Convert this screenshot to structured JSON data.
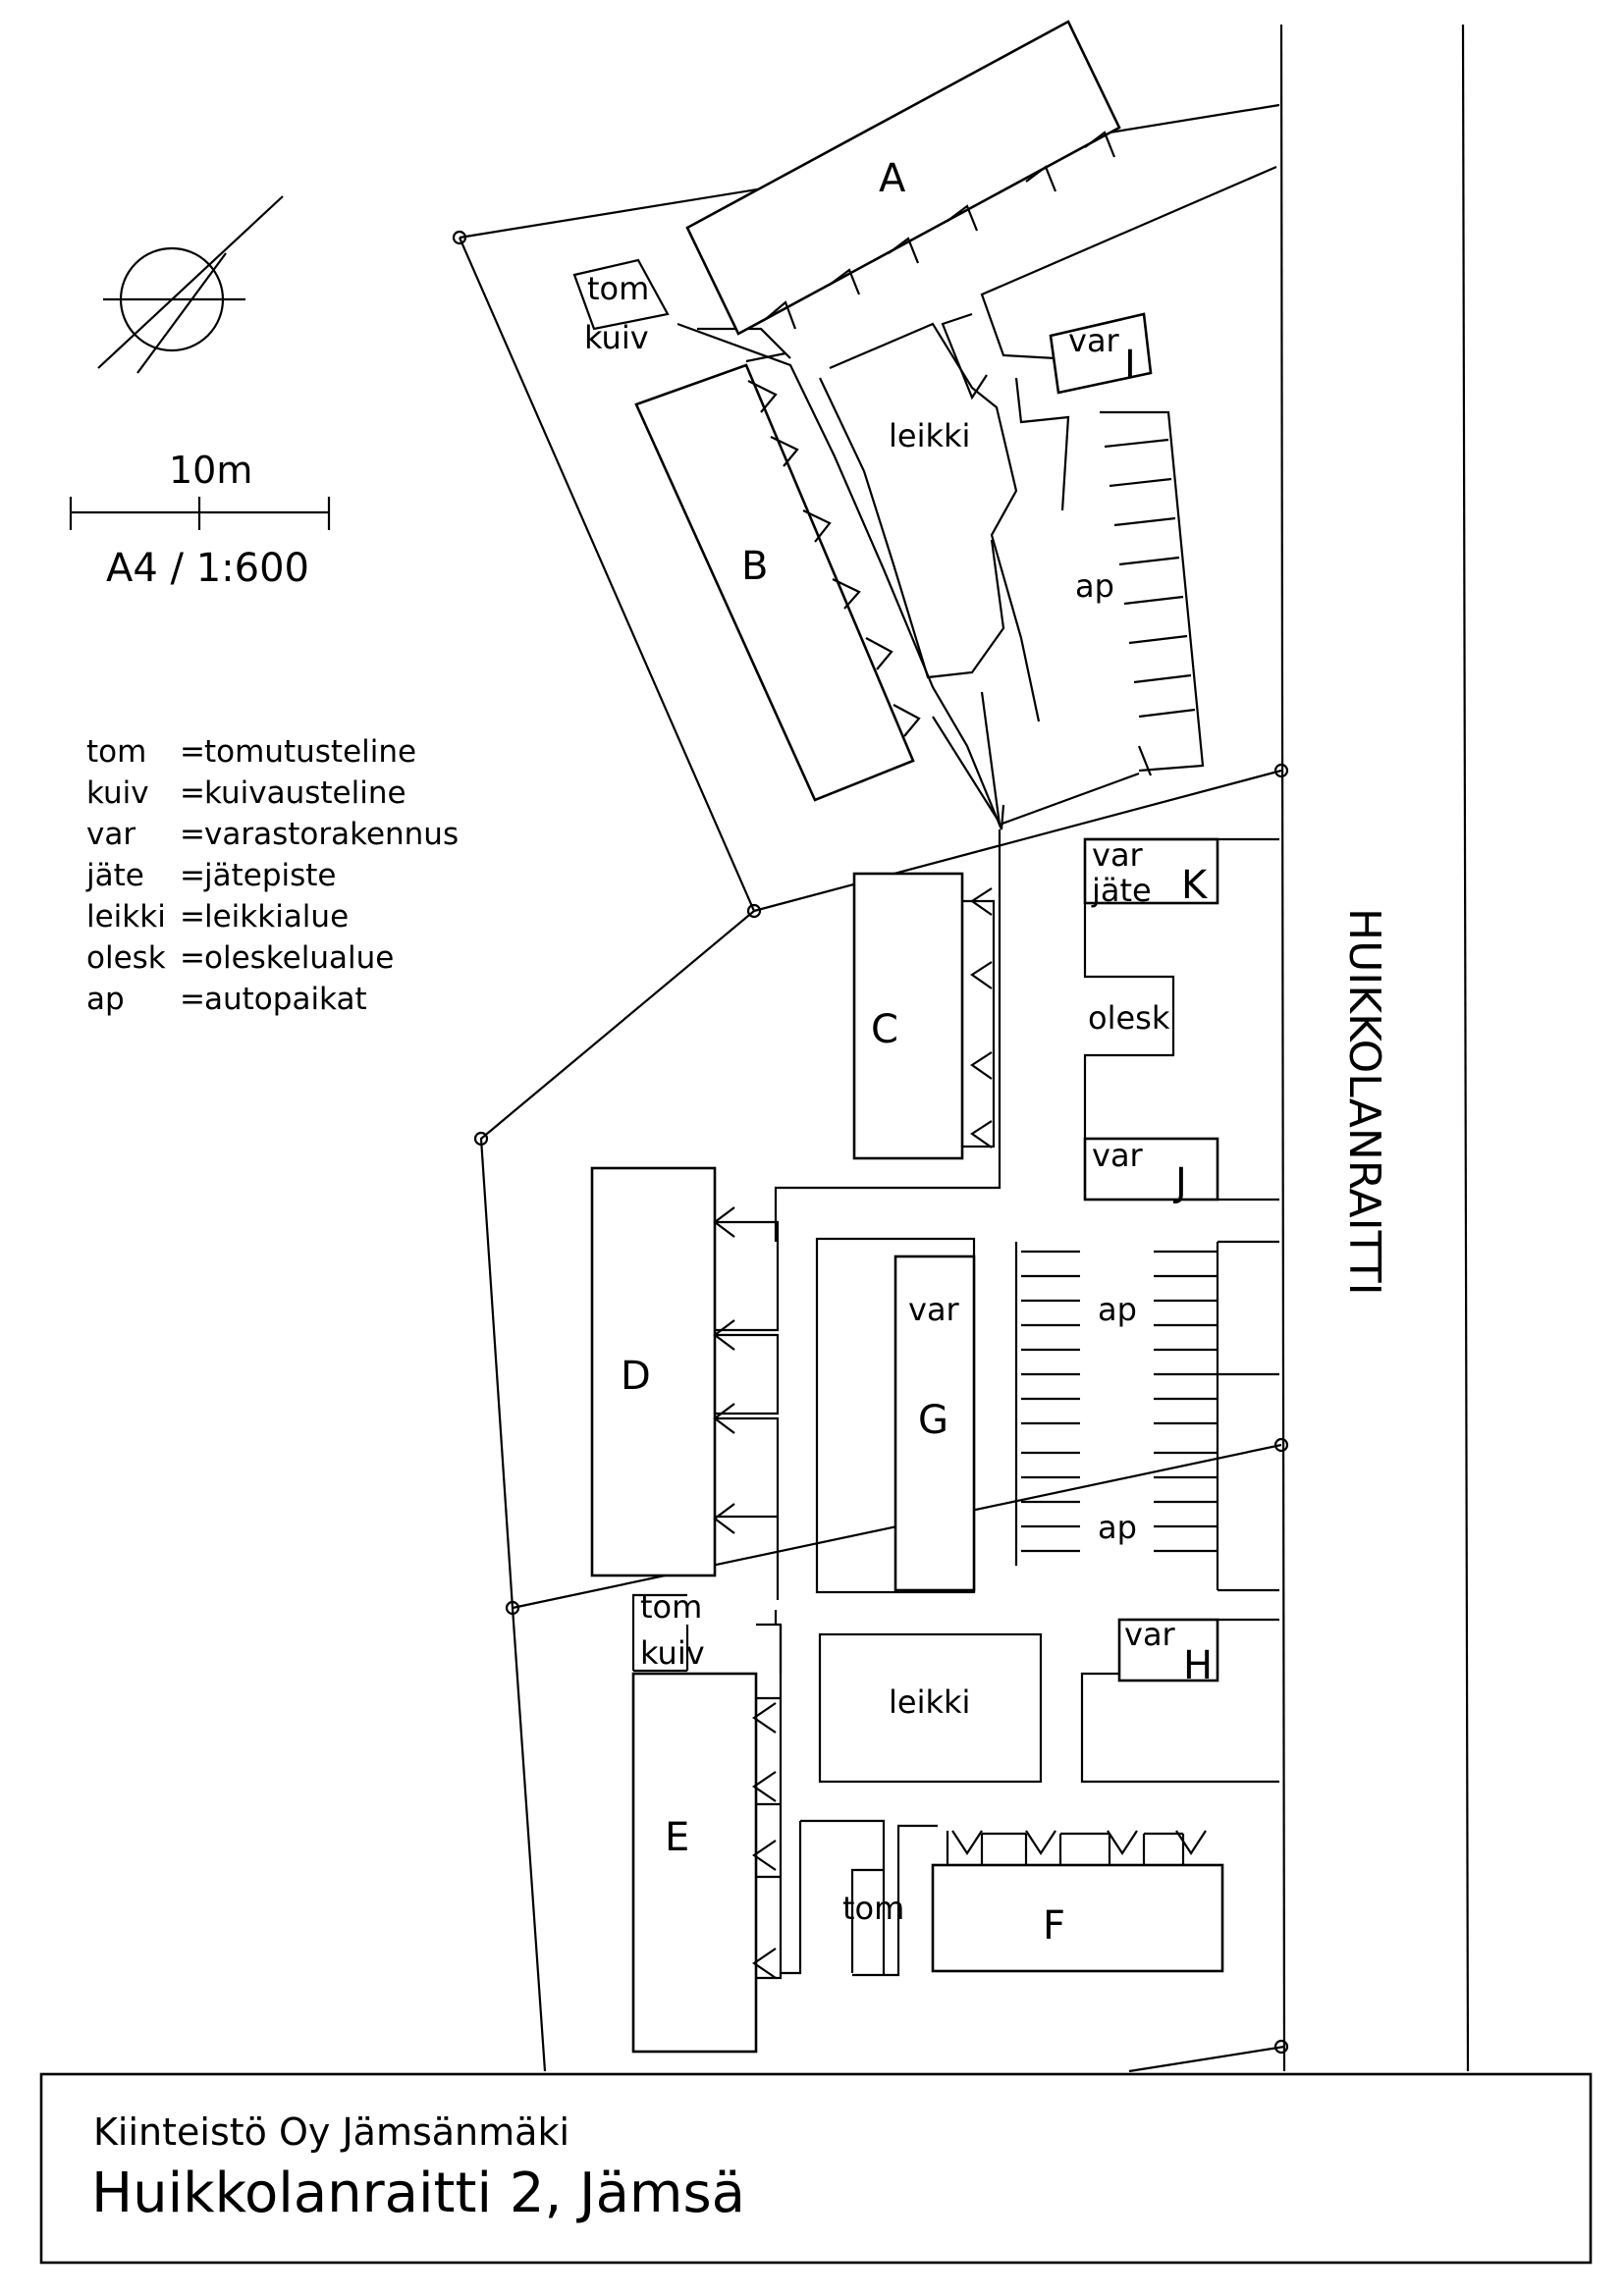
{
  "scale": {
    "distance": "10m",
    "format": "A4 / 1:600"
  },
  "legend": [
    {
      "abbr": "tom",
      "sep": "=",
      "meaning": "tomutusteline"
    },
    {
      "abbr": "kuiv",
      "sep": "=",
      "meaning": "kuivausteline"
    },
    {
      "abbr": "var",
      "sep": "=",
      "meaning": "varastorakennus"
    },
    {
      "abbr": "jäte",
      "sep": "=",
      "meaning": "jätepiste"
    },
    {
      "abbr": "leikki",
      "sep": "=",
      "meaning": "leikkialue"
    },
    {
      "abbr": "olesk",
      "sep": "=",
      "meaning": "oleskelualue"
    },
    {
      "abbr": "ap",
      "sep": "=",
      "meaning": "autopaikat"
    }
  ],
  "buildings": {
    "A": "A",
    "B": "B",
    "C": "C",
    "D": "D",
    "E": "E",
    "F": "F",
    "G": "G",
    "H": "H",
    "I": "I",
    "J": "J",
    "K": "K"
  },
  "labels": {
    "tom": "tom",
    "kuiv": "kuiv",
    "var": "var",
    "jate": "jäte",
    "leikki": "leikki",
    "olesk": "olesk",
    "ap": "ap"
  },
  "road": {
    "name": "HUIKKOLANRAITTI"
  },
  "title_block": {
    "company": "Kiinteistö Oy Jämsänmäki",
    "address": "Huikkolanraitti 2, Jämsä"
  }
}
